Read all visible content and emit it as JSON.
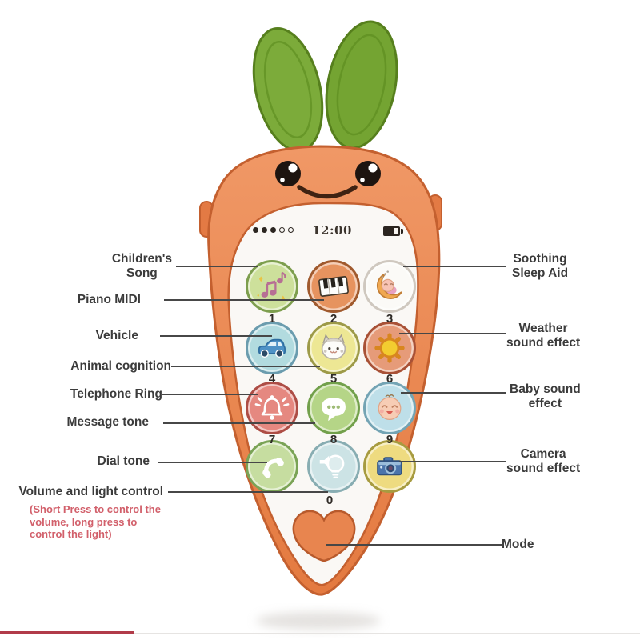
{
  "screen": {
    "time": "12:00",
    "signal_dots_filled": 3,
    "signal_dots_empty": 2,
    "battery_icon": "battery-icon"
  },
  "buttons": [
    {
      "key": "1",
      "icon": "music-notes-icon",
      "function": "Children's Song",
      "color": "#cde09b"
    },
    {
      "key": "2",
      "icon": "piano-icon",
      "function": "Piano MIDI",
      "color": "#e6935f"
    },
    {
      "key": "3",
      "icon": "sleeping-baby-moon-icon",
      "function": "Soothing Sleep Aid",
      "color": "#fbfaf7"
    },
    {
      "key": "4",
      "icon": "car-icon",
      "function": "Vehicle",
      "color": "#b2dbdf"
    },
    {
      "key": "5",
      "icon": "cat-icon",
      "function": "Animal cognition",
      "color": "#ede794"
    },
    {
      "key": "6",
      "icon": "sun-icon",
      "function": "Weather sound effect",
      "color": "#e69b79"
    },
    {
      "key": "7",
      "icon": "bell-icon",
      "function": "Telephone Ring",
      "color": "#e58880"
    },
    {
      "key": "8",
      "icon": "message-bubble-icon",
      "function": "Message tone",
      "color": "#b5d587"
    },
    {
      "key": "9",
      "icon": "baby-face-icon",
      "function": "Baby sound effect",
      "color": "#bedfe9"
    },
    {
      "icon": "phone-handset-icon",
      "function": "Dial tone",
      "color": "#c6dda0"
    },
    {
      "key": "0",
      "icon": "bulb-speaker-icon",
      "function": "Volume and light control",
      "color": "#cce3e5"
    },
    {
      "icon": "camera-icon",
      "function": "Camera sound effect",
      "color": "#eedb80"
    }
  ],
  "heart_button": {
    "icon": "heart-icon",
    "function": "Mode",
    "color": "#e8854f"
  },
  "callouts_left": [
    {
      "label": "Children's\nSong"
    },
    {
      "label": "Piano MIDI"
    },
    {
      "label": "Vehicle"
    },
    {
      "label": "Animal cognition"
    },
    {
      "label": "Telephone Ring"
    },
    {
      "label": "Message tone"
    },
    {
      "label": "Dial tone"
    },
    {
      "label": "Volume and light control",
      "note": "(Short Press to control the volume, long press to control the light)"
    }
  ],
  "callouts_right": [
    {
      "label": "Soothing\nSleep Aid"
    },
    {
      "label": "Weather\nsound effect"
    },
    {
      "label": "Baby sound\neffect"
    },
    {
      "label": "Camera\nsound effect"
    },
    {
      "label": "Mode"
    }
  ],
  "colors": {
    "carrot_body": "#ec8a57",
    "carrot_outline": "#c4602f",
    "leaf_green": "#7aa838",
    "panel_white": "#faf8f5",
    "label_text": "#3b3b3b",
    "note_text": "#d2606b",
    "bottom_line_red": "#b13b49"
  }
}
